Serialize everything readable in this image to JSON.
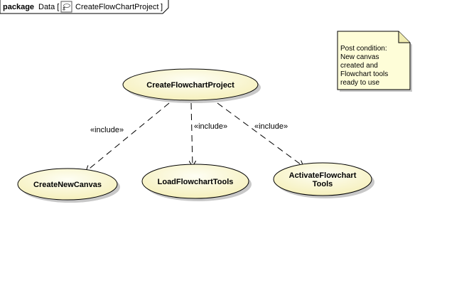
{
  "frame": {
    "keyword": "package",
    "name_prefix": "Data [",
    "diagram_name": "CreateFlowChartProject",
    "name_suffix": "]",
    "icon": "use-case-diagram-icon"
  },
  "use_cases": {
    "main": {
      "label": "CreateFlowchartProject"
    },
    "new_canvas": {
      "label": "CreateNewCanvas"
    },
    "load_tools": {
      "label": "LoadFlowchartTools"
    },
    "activate_tools": {
      "line1": "ActivateFlowchart",
      "line2": "Tools"
    }
  },
  "relations": {
    "include_1": "«include»",
    "include_2": "«include»",
    "include_3": "«include»"
  },
  "note": {
    "lines": [
      "Post condition:",
      "New canvas",
      "created and",
      "Flowchart tools",
      "ready to use"
    ]
  },
  "colors": {
    "use_case_fill_light": "#fefef4",
    "use_case_fill_dark": "#f5efb8",
    "note_fill": "#fefdd8",
    "outline": "#000000",
    "shadow": "#c8c8c8"
  }
}
